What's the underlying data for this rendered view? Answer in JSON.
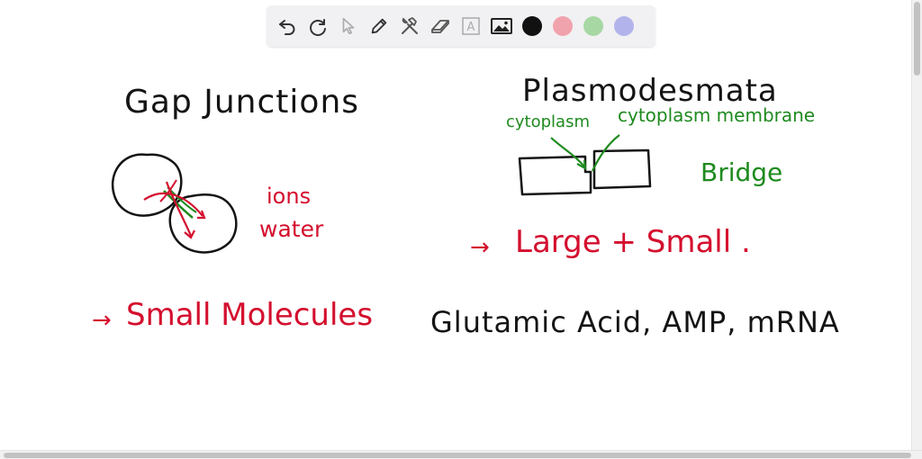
{
  "toolbar": {
    "tools": [
      {
        "name": "undo",
        "icon": "undo-icon"
      },
      {
        "name": "redo",
        "icon": "redo-icon"
      },
      {
        "name": "select",
        "icon": "cursor-icon"
      },
      {
        "name": "pen",
        "icon": "pencil-icon"
      },
      {
        "name": "tools",
        "icon": "hammer-wrench-icon"
      },
      {
        "name": "eraser",
        "icon": "eraser-icon"
      },
      {
        "name": "text",
        "icon": "text-box-icon"
      },
      {
        "name": "image",
        "icon": "image-icon"
      }
    ],
    "colors": [
      "#111111",
      "#f0a3ad",
      "#a7d8a4",
      "#b3b3ec"
    ],
    "text_tool_letter": "A"
  },
  "notes": {
    "left_title": "Gap Junctions",
    "ions": "ions",
    "water": "water",
    "left_arrow": "→",
    "left_result": "Small Molecules",
    "right_title": "Plasmodesmata",
    "cytoplasm": "cytoplasm",
    "cytoplasm_membrane": "cytoplasm membrane",
    "bridge": "Bridge",
    "right_arrow": "→",
    "right_result": "Large + Small .",
    "examples": "Glutamic Acid, AMP, mRNA"
  },
  "colors": {
    "ink_black": "#141414",
    "ink_red": "#d40f2e",
    "ink_green": "#1e8a1e"
  }
}
